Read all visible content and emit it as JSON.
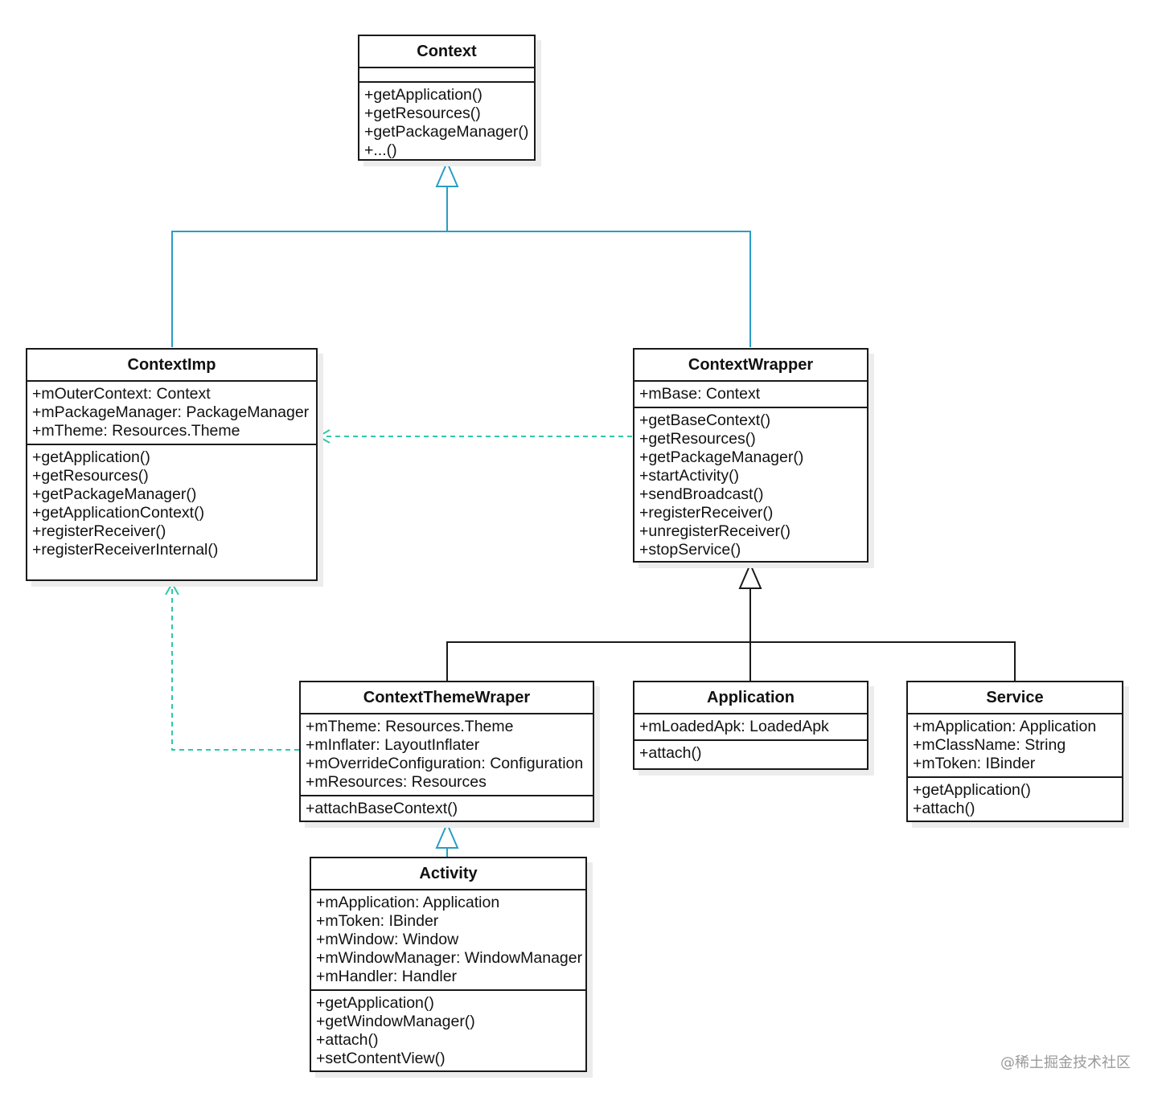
{
  "classes": {
    "context": {
      "name": "Context",
      "attributes": [],
      "methods": [
        "+getApplication()",
        "+getResources()",
        "+getPackageManager()",
        "+...()"
      ]
    },
    "contextimp": {
      "name": "ContextImp",
      "attributes": [
        "+mOuterContext: Context",
        "+mPackageManager: PackageManager",
        "+mTheme: Resources.Theme"
      ],
      "methods": [
        "+getApplication()",
        "+getResources()",
        "+getPackageManager()",
        "+getApplicationContext()",
        "+registerReceiver()",
        "+registerReceiverInternal()"
      ]
    },
    "contextwrapper": {
      "name": "ContextWrapper",
      "attributes": [
        "+mBase: Context"
      ],
      "methods": [
        "+getBaseContext()",
        "+getResources()",
        "+getPackageManager()",
        "+startActivity()",
        "+sendBroadcast()",
        "+registerReceiver()",
        "+unregisterReceiver()",
        "+stopService()"
      ]
    },
    "contextthemewraper": {
      "name": "ContextThemeWraper",
      "attributes": [
        "+mTheme: Resources.Theme",
        "+mInflater: LayoutInflater",
        "+mOverrideConfiguration: Configuration",
        "+mResources: Resources"
      ],
      "methods": [
        "+attachBaseContext()"
      ]
    },
    "application": {
      "name": "Application",
      "attributes": [
        "+mLoadedApk: LoadedApk"
      ],
      "methods": [
        "+attach()"
      ]
    },
    "service": {
      "name": "Service",
      "attributes": [
        "+mApplication: Application",
        "+mClassName: String",
        "+mToken: IBinder"
      ],
      "methods": [
        "+getApplication()",
        "+attach()"
      ]
    },
    "activity": {
      "name": "Activity",
      "attributes": [
        "+mApplication: Application",
        "+mToken: IBinder",
        "+mWindow: Window",
        "+mWindowManager: WindowManager",
        "+mHandler: Handler"
      ],
      "methods": [
        "+getApplication()",
        "+getWindowManager()",
        "+attach()",
        "+setContentView()"
      ]
    }
  },
  "colors": {
    "realization": "#2a9dc4",
    "dependency": "#2ec9a8",
    "inheritance": "#1a1a1a",
    "border": "#1a1a1a"
  },
  "watermark": "@稀土掘金技术社区"
}
